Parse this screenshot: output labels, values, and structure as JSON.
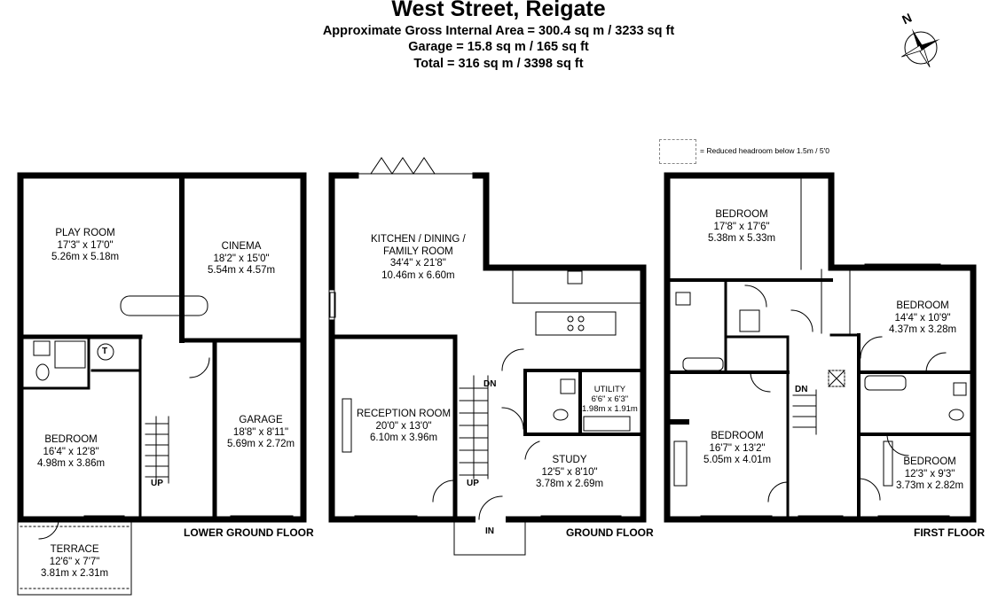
{
  "header": {
    "title": "West Street, Reigate",
    "line1": "Approximate Gross Internal Area = 300.4 sq m / 3233 sq ft",
    "line2": "Garage = 15.8 sq m / 165 sq ft",
    "line3": "Total = 316 sq m / 3398 sq ft"
  },
  "compass": {
    "label": "N"
  },
  "legend": {
    "text": "= Reduced headroom below 1.5m / 5'0"
  },
  "floors": {
    "lower": "LOWER GROUND FLOOR",
    "ground": "GROUND FLOOR",
    "first": "FIRST FLOOR"
  },
  "rooms": {
    "play_room": {
      "name": "PLAY ROOM",
      "imperial": "17'3\" x 17'0\"",
      "metric": "5.26m x 5.18m"
    },
    "cinema": {
      "name": "CINEMA",
      "imperial": "18'2\" x 15'0\"",
      "metric": "5.54m x 4.57m"
    },
    "bedroom_lg": {
      "name": "BEDROOM",
      "imperial": "16'4\" x 12'8\"",
      "metric": "4.98m x 3.86m"
    },
    "garage": {
      "name": "GARAGE",
      "imperial": "18'8\" x 8'11\"",
      "metric": "5.69m x 2.72m"
    },
    "terrace": {
      "name": "TERRACE",
      "imperial": "12'6\" x 7'7\"",
      "metric": "3.81m x 2.31m"
    },
    "kitchen": {
      "name1": "KITCHEN / DINING /",
      "name2": "FAMILY ROOM",
      "imperial": "34'4\" x 21'8\"",
      "metric": "10.46m x 6.60m"
    },
    "reception": {
      "name": "RECEPTION ROOM",
      "imperial": "20'0\" x 13'0\"",
      "metric": "6.10m x 3.96m"
    },
    "utility": {
      "name": "UTILITY",
      "imperial": "6'6\" x 6'3\"",
      "metric": "1.98m x 1.91m"
    },
    "study": {
      "name": "STUDY",
      "imperial": "12'5\" x 8'10\"",
      "metric": "3.78m x 2.69m"
    },
    "bed1": {
      "name": "BEDROOM",
      "imperial": "17'8\" x 17'6\"",
      "metric": "5.38m x 5.33m"
    },
    "bed2": {
      "name": "BEDROOM",
      "imperial": "14'4\" x 10'9\"",
      "metric": "4.37m x 3.28m"
    },
    "bed3": {
      "name": "BEDROOM",
      "imperial": "16'7\" x 13'2\"",
      "metric": "5.05m x 4.01m"
    },
    "bed4": {
      "name": "BEDROOM",
      "imperial": "12'3\" x 9'3\"",
      "metric": "3.73m x 2.82m"
    }
  },
  "markers": {
    "up_lower": "UP",
    "t_symbol": "T",
    "dn_ground": "DN",
    "up_ground": "UP",
    "in": "IN",
    "dn_first": "DN"
  }
}
